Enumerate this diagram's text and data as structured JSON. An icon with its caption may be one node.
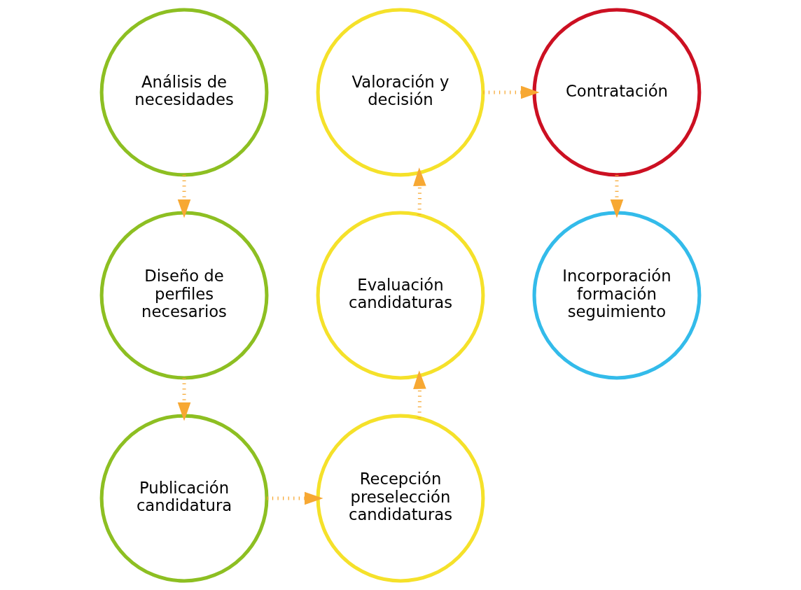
{
  "diagram": {
    "nodes": [
      {
        "text": [
          "Análisis de necesidades"
        ]
      },
      {
        "text": [
          "Diseño de perfiles necesarios"
        ]
      },
      {
        "text": [
          "Publicación candidatura"
        ]
      },
      {
        "text": [
          "Recepción preselección candidaturas"
        ]
      },
      {
        "text": [
          "Evaluación candidaturas"
        ]
      },
      {
        "text": [
          "Valoración y decisión"
        ]
      },
      {
        "text": [
          "Contratación"
        ]
      },
      {
        "text": [
          "Incorporación formación seguimiento"
        ]
      }
    ],
    "edges": [
      {
        "from": 0,
        "to": 1,
        "arrow": "to"
      },
      {
        "from": 1,
        "to": 2,
        "arrow": "to"
      },
      {
        "from": 2,
        "to": 3,
        "arrow": "to"
      },
      {
        "from": 3,
        "to": 4,
        "arrow": "to"
      },
      {
        "from": 4,
        "to": 5,
        "arrow": "to"
      },
      {
        "from": 5,
        "to": 6,
        "arrow": "to"
      },
      {
        "from": 6,
        "to": 7,
        "arrow": "to"
      }
    ]
  }
}
